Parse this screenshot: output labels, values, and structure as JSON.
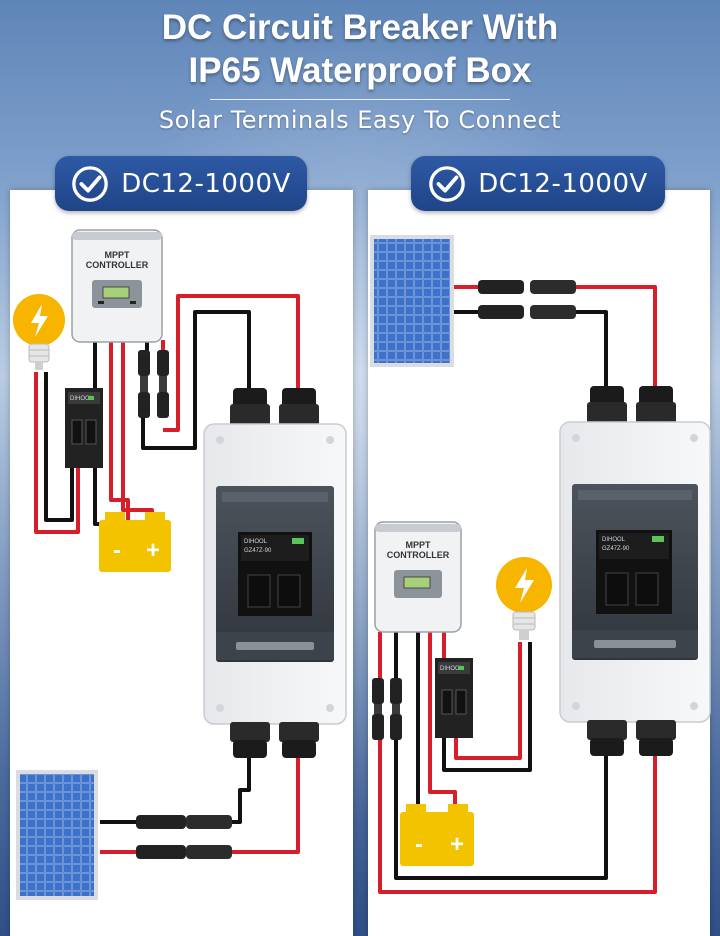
{
  "header": {
    "title_line1": "DC Circuit Breaker With",
    "title_line2": "IP65 Waterproof Box",
    "subtitle": "Solar Terminals Easy To Connect"
  },
  "badges": {
    "left": "DC12-1000V",
    "right": "DC12-1000V"
  },
  "controller": {
    "line1": "MPPT",
    "line2": "CONTROLLER"
  },
  "breaker": {
    "brand": "DIHOOL",
    "model": "GZ47Z-90"
  },
  "battery": {
    "minus": "-",
    "plus": "+"
  },
  "colors": {
    "accent_blue": "#1f4488",
    "wire_red": "#d81e2a",
    "wire_black": "#111111",
    "battery_yellow": "#f3c300",
    "bulb_yellow": "#f7b500"
  },
  "icons": {
    "badge": "check-circle-icon",
    "bulb": "light-bulb-icon",
    "battery": "battery-icon",
    "panel": "solar-panel-icon"
  }
}
